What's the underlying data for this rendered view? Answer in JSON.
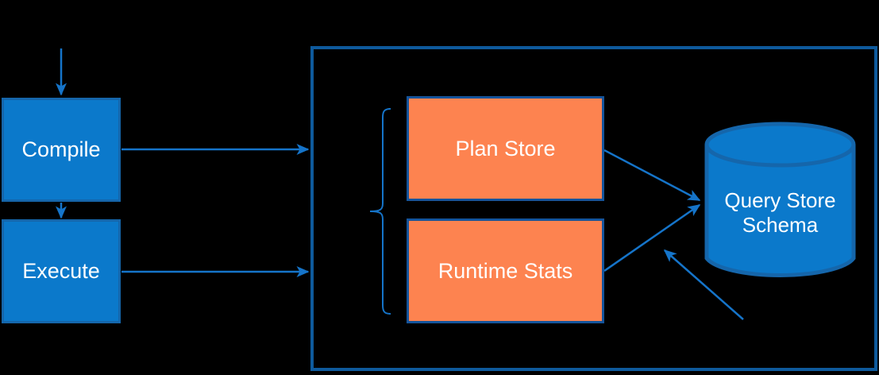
{
  "nodes": {
    "compile": {
      "label": "Compile"
    },
    "execute": {
      "label": "Execute"
    },
    "plan_store": {
      "label": "Plan Store"
    },
    "runtime_stats": {
      "label": "Runtime Stats"
    },
    "query_store_schema": {
      "line1": "Query Store",
      "line2": "Schema"
    }
  },
  "colors": {
    "background": "#000000",
    "blue_fill": "#0b79cb",
    "blue_border": "#1566ab",
    "orange_fill": "#fd8350",
    "orange_border": "#15549b",
    "container_border": "#0e5a9c",
    "arrow": "#1574c9",
    "text": "#ffffff"
  }
}
